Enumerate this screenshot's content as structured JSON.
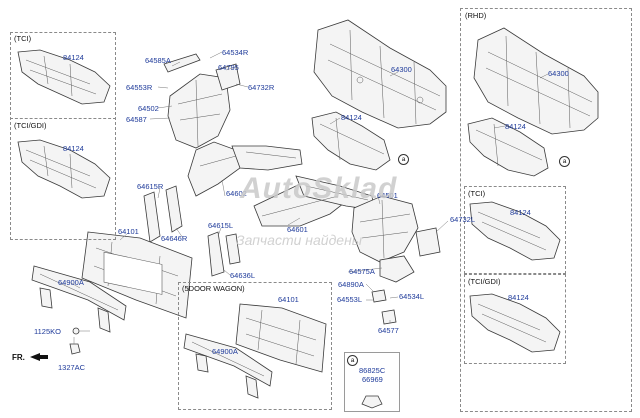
{
  "boxes": {
    "tci": "(TCI)",
    "tci_gdi": "(TCI/GDI)",
    "rhd": "(RHD)",
    "rhd_tci": "(TCI)",
    "rhd_tci_gdi": "(TCI/GDI)",
    "door5": "(5DOOR WAGON)",
    "ref_a": "a"
  },
  "parts": {
    "p84124_tci": "84124",
    "p84124_tcigdi": "84124",
    "p64585A": "64585A",
    "p64534R": "64534R",
    "p64795": "64795",
    "p64553R": "64553R",
    "p64732R": "64732R",
    "p64502": "64502",
    "p64587": "64587",
    "p64300": "64300",
    "p84124_main": "84124",
    "p64615R": "64615R",
    "p64602": "64602",
    "p64646R": "64646R",
    "p64615L": "64615L",
    "p64101": "64101",
    "p64900A": "64900A",
    "p64636L": "64636L",
    "p64601": "64601",
    "p64501": "64501",
    "p64732L": "64732L",
    "p64575A": "64575A",
    "p64890A": "64890A",
    "p64534L": "64534L",
    "p64553L": "64553L",
    "p64577": "64577",
    "p1125KO": "1125KO",
    "p1327AC": "1327AC",
    "p64101_5dr": "64101",
    "p64900A_5dr": "64900A",
    "p86825C": "86825C",
    "p66969": "66969",
    "rhd_64300": "64300",
    "rhd_84124": "84124",
    "rhd_tci_84124": "84124",
    "rhd_tcigdi_84124": "84124"
  },
  "direction_label": "FR.",
  "watermark": {
    "line1": "AutoSklad",
    "line2": "Запчасти найдены"
  }
}
